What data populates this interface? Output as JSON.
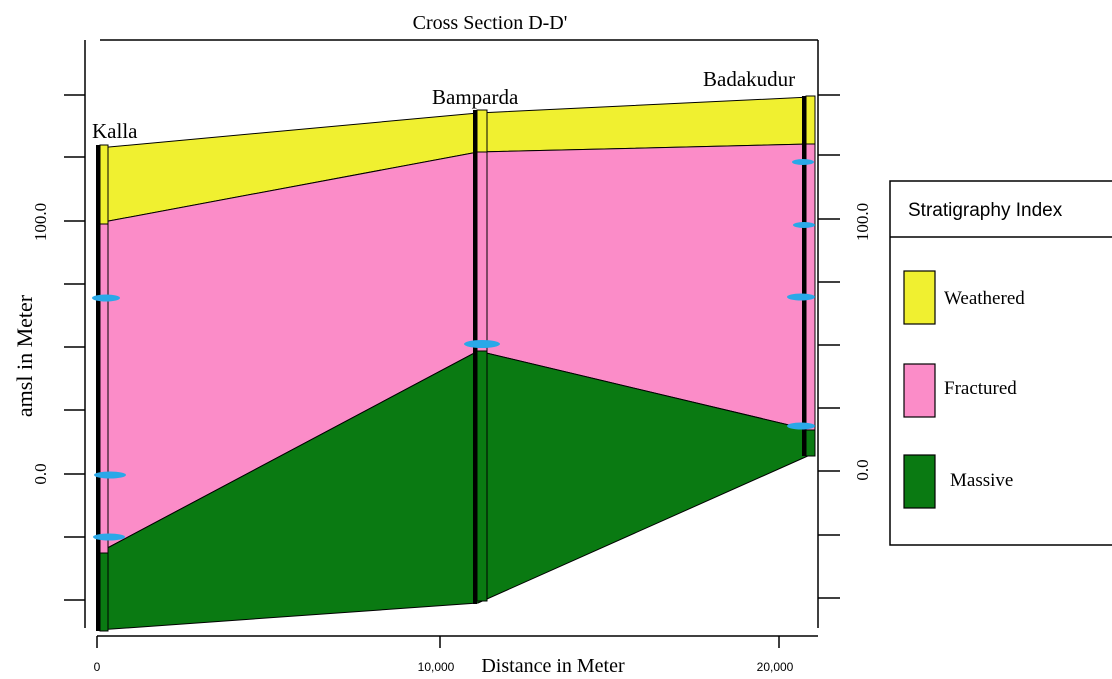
{
  "title": "Cross Section D-D'",
  "y_axis_label": "amsl in Meter",
  "x_axis_label": "Distance in Meter",
  "y_ticks_left": [
    "100.0",
    "0.0"
  ],
  "y_ticks_right": [
    "100.0",
    "0.0"
  ],
  "x_ticks": [
    "0",
    "10,000",
    "20,000"
  ],
  "wells": [
    {
      "name": "Kalla",
      "distance_m": 0
    },
    {
      "name": "Bamparda",
      "distance_m": 11000
    },
    {
      "name": "Badakudur",
      "distance_m": 20800
    }
  ],
  "legend": {
    "title": "Stratigraphy Index",
    "items": [
      {
        "label": "Weathered",
        "color": "#f0f030"
      },
      {
        "label": "Fractured",
        "color": "#fb8cc8"
      },
      {
        "label": "Massive",
        "color": "#0a7a12"
      }
    ]
  },
  "colors": {
    "weathered": "#f0f030",
    "fractured": "#fb8cc8",
    "massive": "#0a7a12",
    "water_level_marker": "#2aa8e8",
    "well_casing": "#000000"
  }
}
